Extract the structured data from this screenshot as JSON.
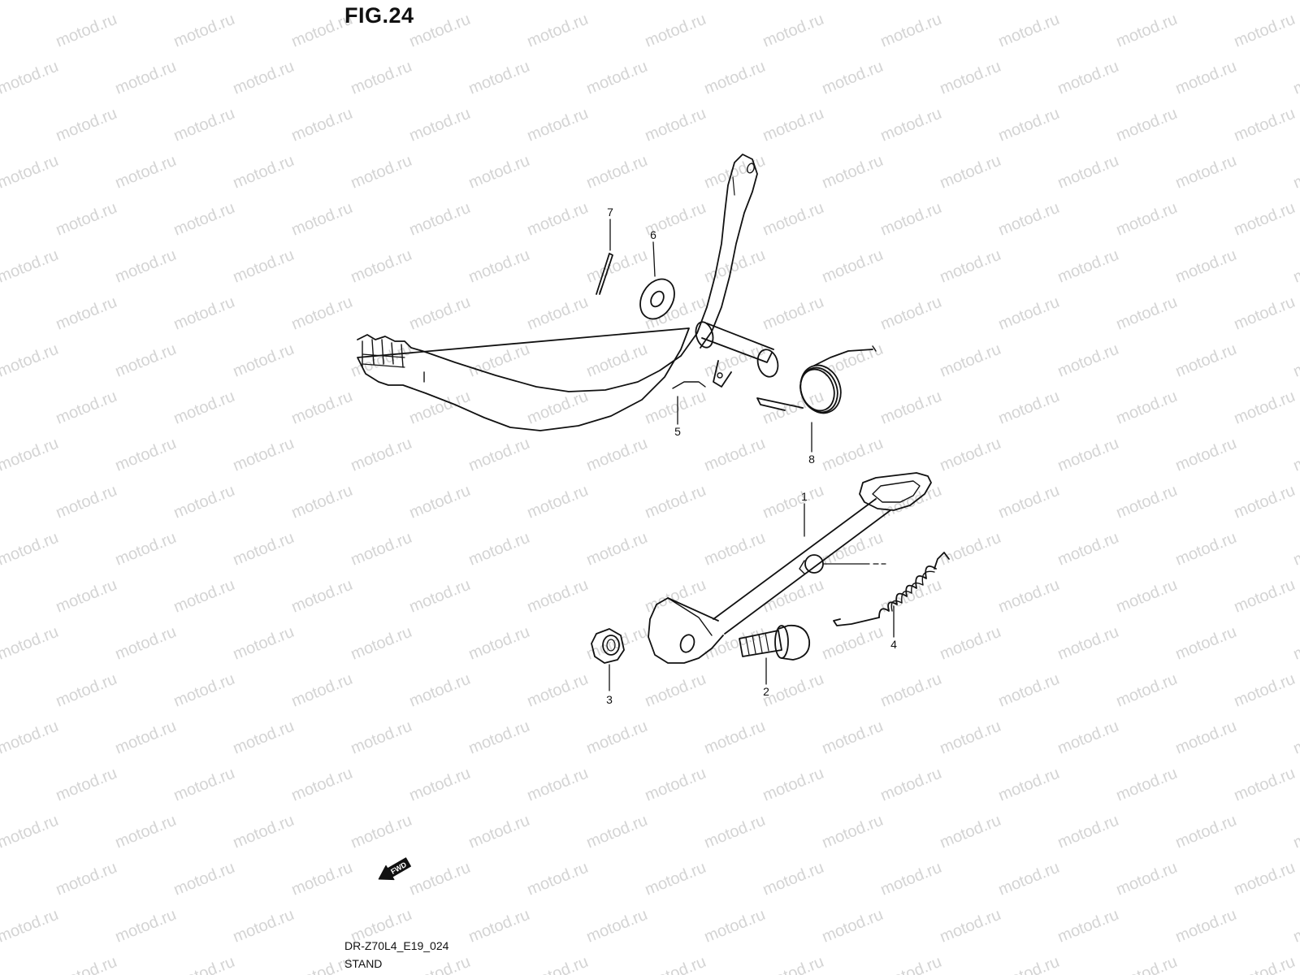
{
  "figure": {
    "title": "FIG.24",
    "code": "DR-Z70L4_E19_024",
    "caption": "STAND"
  },
  "watermark": {
    "text": "motod.ru",
    "color": "#d4d4d4"
  },
  "callouts": [
    "1",
    "2",
    "3",
    "4",
    "5",
    "6",
    "7",
    "8"
  ],
  "fwd_arrow": {
    "label": "FWD"
  },
  "colors": {
    "line": "#111111",
    "watermark": "#d4d4d4"
  }
}
